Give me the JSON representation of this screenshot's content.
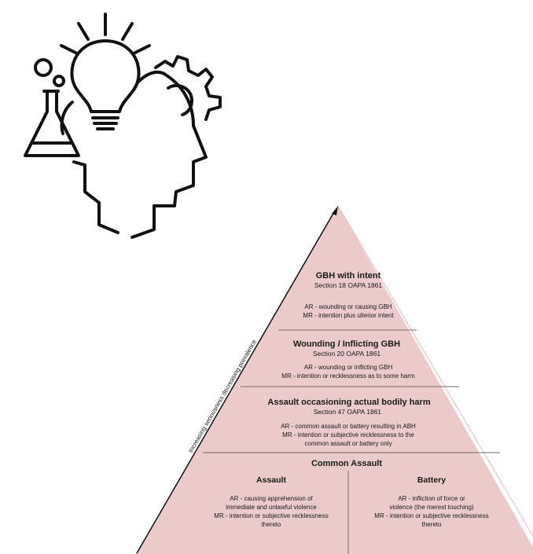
{
  "pyramid": {
    "side_label": "Increasing seriousness decreasing prevalence",
    "tier1": {
      "title": "GBH with intent",
      "section": "Section 18 OAPA 1861",
      "ar": "AR - wounding or causing GBH",
      "mr": "MR - intention plus ulterior intent"
    },
    "tier2": {
      "title": "Wounding / Inflicting GBH",
      "section": "Section 20 OAPA 1861",
      "ar": "AR - wounding or inflicting GBH",
      "mr": "MR - intention or recklessness as to some harm"
    },
    "tier3": {
      "title": "Assault occasioning actual bodily harm",
      "section": "Section 47 OAPA 1861",
      "ar": "AR - common assault or battery resulting in ABH",
      "mr1": "MR - intention or subjective recklessness to the",
      "mr2": "common assault or battery only"
    },
    "tier4": {
      "title": "Common Assault",
      "left": {
        "title": "Assault",
        "l1": "AR - causing apprehension of",
        "l2": "immediate and unlawful violence",
        "l3": "MR - intention or subjective recklessness",
        "l4": "thereto"
      },
      "right": {
        "title": "Battery",
        "l1": "AR - infliction of force or",
        "l2": "violence (the merest touching)",
        "l3": "MR - intention or subjective recklessness",
        "l4": "thereto"
      }
    }
  },
  "colors": {
    "pyramid_fill": "#eacaca",
    "line": "#7a6a6a"
  },
  "icons": {
    "head": "head-with-ideas-icon"
  }
}
